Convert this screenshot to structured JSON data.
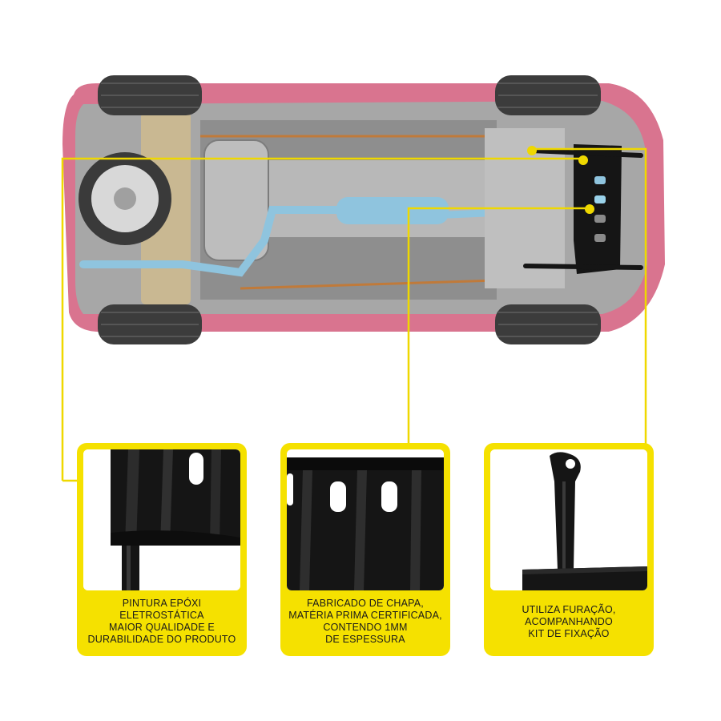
{
  "colors": {
    "accent_yellow": "#f5e100",
    "callout_line": "#efd800",
    "car_body": "#d9748f",
    "underbody_gray": "#9a9a9a",
    "exhaust_blue": "#8fc4de",
    "plate_black": "#151515",
    "caption_text": "#1a1a1a"
  },
  "features": [
    {
      "id": "paint",
      "icon": "plate-ribs-icon",
      "lines": [
        "PINTURA EPÓXI",
        "ELETROSTÁTICA",
        "MAIOR QUALIDADE E",
        "DURABILIDADE DO PRODUTO"
      ]
    },
    {
      "id": "material",
      "icon": "plate-slots-icon",
      "lines": [
        "FABRICADO DE CHAPA,",
        "MATÉRIA PRIMA CERTIFICADA,",
        "CONTENDO 1MM",
        "DE ESPESSURA"
      ]
    },
    {
      "id": "mounting",
      "icon": "bracket-icon",
      "lines": [
        "UTILIZA FURAÇÃO,",
        "ACOMPANHANDO",
        "KIT DE FIXAÇÃO"
      ]
    }
  ]
}
